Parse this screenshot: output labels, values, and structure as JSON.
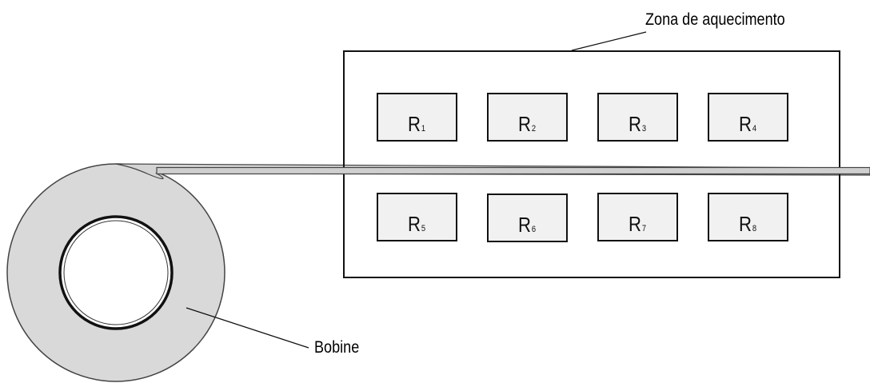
{
  "labels": {
    "heating_zone": "Zona de aquecimento",
    "bobbin": "Bobine"
  },
  "resistors": [
    {
      "letter": "R",
      "index": "1"
    },
    {
      "letter": "R",
      "index": "2"
    },
    {
      "letter": "R",
      "index": "3"
    },
    {
      "letter": "R",
      "index": "4"
    },
    {
      "letter": "R",
      "index": "5"
    },
    {
      "letter": "R",
      "index": "6"
    },
    {
      "letter": "R",
      "index": "7"
    },
    {
      "letter": "R",
      "index": "8"
    }
  ],
  "colors": {
    "roll_fill": "#d9d9d9",
    "strip_fill": "#cfcfcf",
    "resistor_fill": "#f1f1f1",
    "stroke": "#111111"
  }
}
